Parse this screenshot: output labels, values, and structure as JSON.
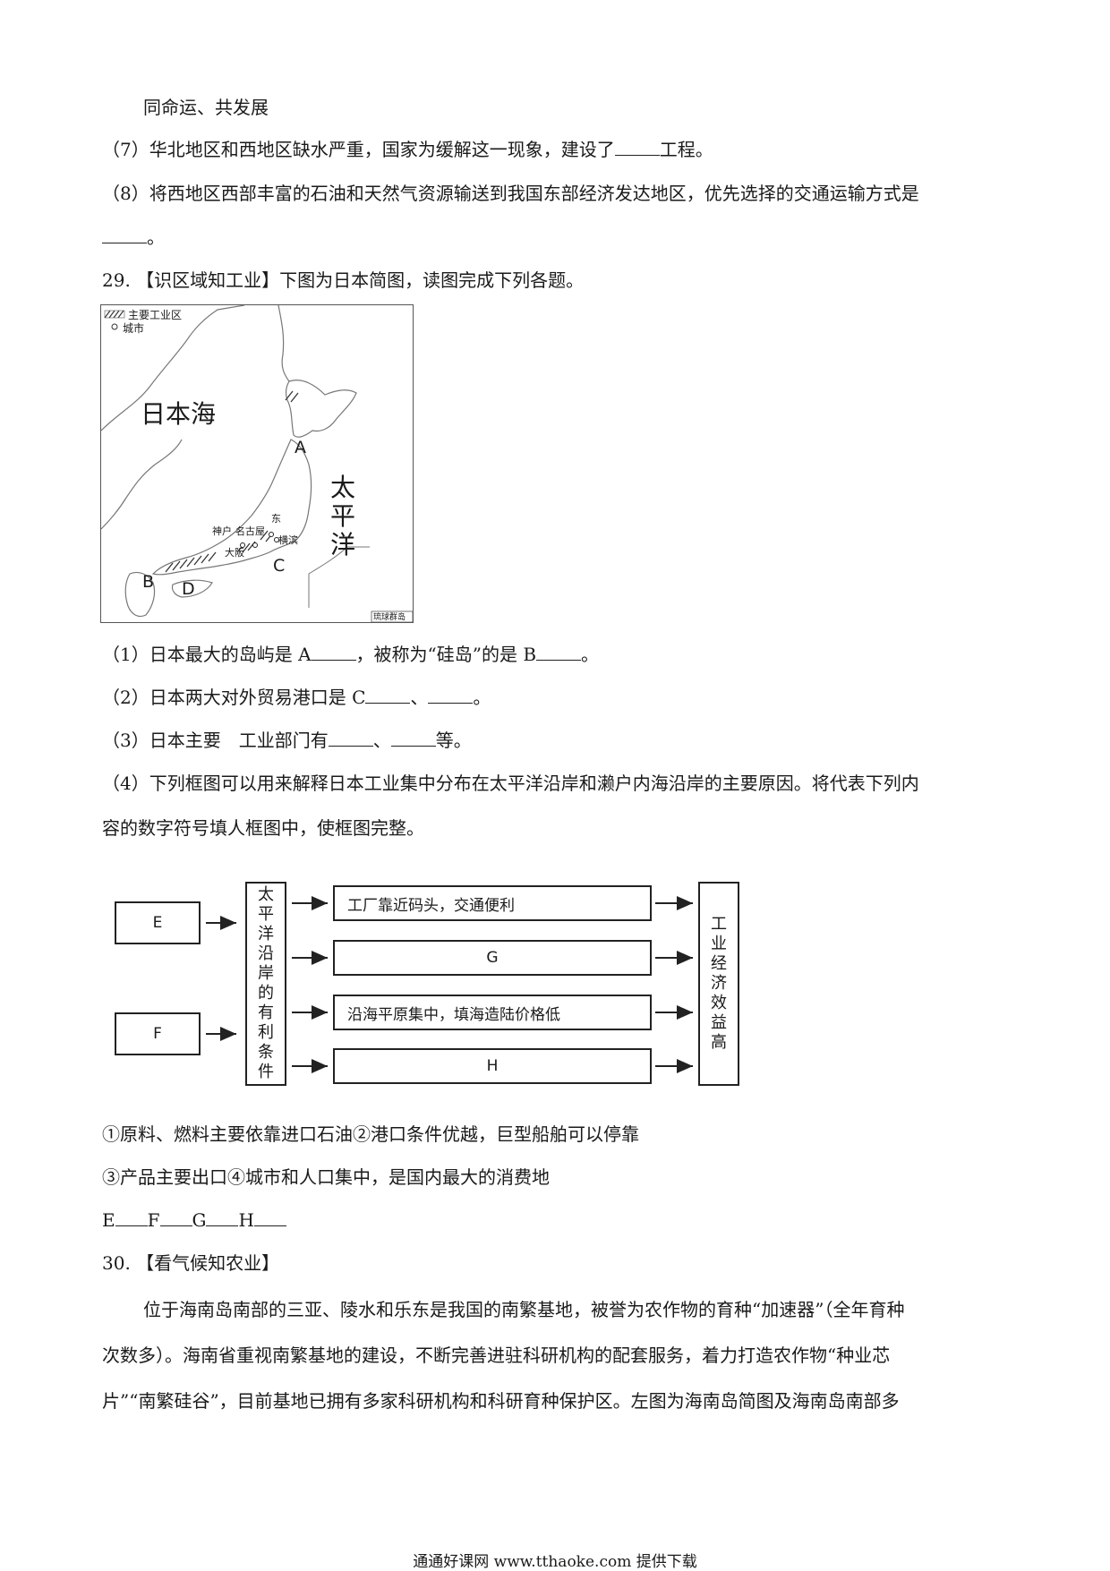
{
  "lines": {
    "l1": "同命运、共发展",
    "l2a": "（7）华北地区和西地区缺水严重，国家为缓解这一现象，建设了",
    "l2b": "工程。",
    "l3": "（8）将西地区西部丰富的石油和天然气资源输送到我国东部经济发达地区，优先选择的交通运输方式是",
    "l4b": "。",
    "q29": "29. 【识区域知工业】下图为日本简图，读图完成下列各题。",
    "q29_1a": "（1）日本最大的岛屿是 A",
    "q29_1b": "，被称为“硅岛”的是 B",
    "q29_1c": "。",
    "q29_2a": "（2）日本两大对外贸易港口是 C",
    "q29_2b": "、",
    "q29_2c": "。",
    "q29_3a": "（3）日本主要　工业部门有",
    "q29_3b": "、",
    "q29_3c": "等。",
    "q29_4a": "（4）下列框图可以用来解释日本工业集中分布在太平洋沿岸和濑户内海沿岸的主要原因。将代表下列内",
    "q29_4b": "容的数字符号填人框图中，使框图完整。",
    "opt1": "①原料、燃料主要依靠进口石油②港口条件优越，巨型船舶可以停靠",
    "opt2": "③产品主要出口④城市和人口集中，是国内最大的消费地",
    "efgh_e": "E",
    "efgh_f": "F",
    "efgh_g": "G",
    "efgh_h": "H",
    "q30": "30. 【看气候知农业】",
    "p30_1": "位于海南岛南部的三亚、陵水和乐东是我国的南繁基地，被誉为农作物的育种“加速器”（全年育种",
    "p30_2": "次数多）。海南省重视南繁基地的建设，不断完善进驻科研机构的配套服务，着力打造农作物“种业芯",
    "p30_3": "片”“南繁硅谷”，目前基地已拥有多家科研机构和科研育种保护区。左图为海南岛简图及海南岛南部多"
  },
  "map": {
    "legend_industrial": "主要工业区",
    "legend_city": "城市",
    "sea_japan": "日本海",
    "pacific_1": "太",
    "pacific_2": "平",
    "pacific_3": "洋",
    "label_a": "A",
    "label_b": "B",
    "label_c": "C",
    "label_d": "D",
    "city_kobe": "神户",
    "city_nagoya": "名古屋",
    "city_osaka": "大阪",
    "city_tokyo": "东",
    "city_yokohama": "横滨",
    "inset": "琉球群岛"
  },
  "flow": {
    "e": "E",
    "f": "F",
    "middle": [
      "太",
      "平",
      "洋",
      "沿",
      "岸",
      "的",
      "有",
      "利",
      "条",
      "件"
    ],
    "box1": "工厂靠近码头，交通便利",
    "box2": "G",
    "box3": "沿海平原集中，填海造陆价格低",
    "box4": "H",
    "right": [
      "工",
      "业",
      "经",
      "济",
      "效",
      "益",
      "高"
    ]
  },
  "footer": "通通好课网  www.tthaoke.com  提供下载"
}
